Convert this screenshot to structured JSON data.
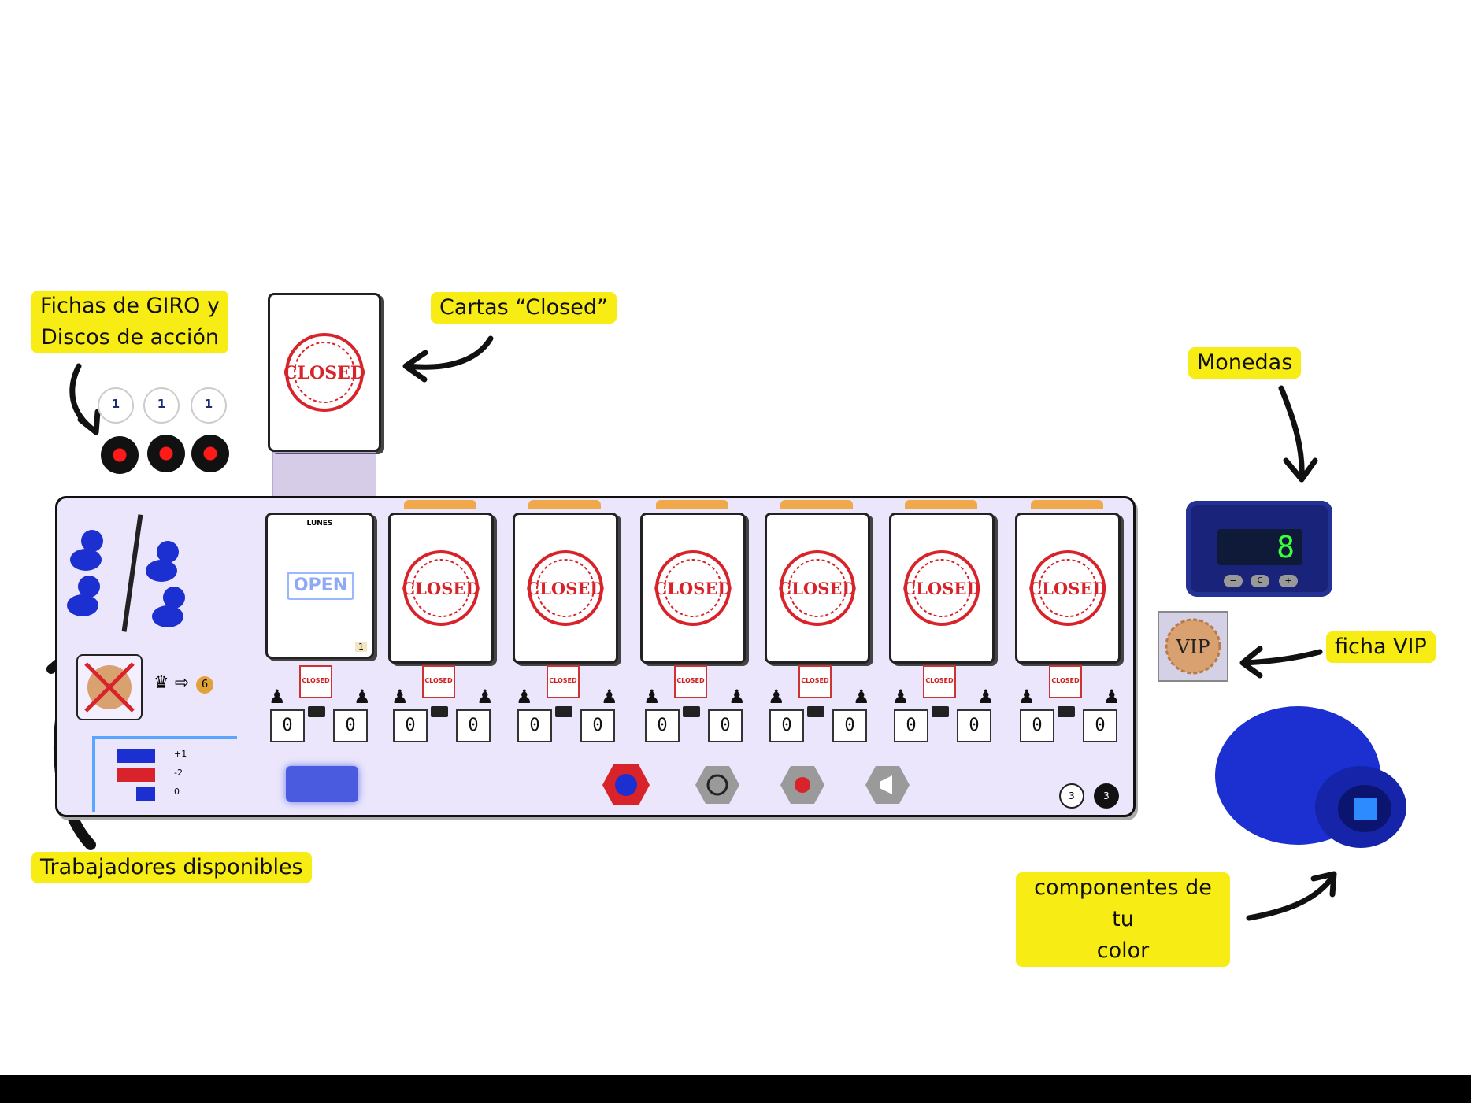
{
  "labels": {
    "fichas_giro": "Fichas de GIRO y\nDiscos de acción",
    "cartas_closed": "Cartas “Closed”",
    "monedas": "Monedas",
    "ficha_vip": "ficha VIP",
    "trabajadores": "Trabajadores disponibles",
    "componentes": "componentes de tu\ncolor"
  },
  "closed_card": {
    "stamp": "CLOSED"
  },
  "first_card": {
    "sign": "OPEN",
    "day": "LUNES",
    "count": "1"
  },
  "shop_cards": [
    {
      "stamp": "CLOSED"
    },
    {
      "stamp": "CLOSED"
    },
    {
      "stamp": "CLOSED"
    },
    {
      "stamp": "CLOSED"
    },
    {
      "stamp": "CLOSED"
    },
    {
      "stamp": "CLOSED"
    }
  ],
  "mini_sign_text": "CLOSED",
  "shop_counters": [
    {
      "left": "0",
      "right": "0"
    },
    {
      "left": "0",
      "right": "0"
    },
    {
      "left": "0",
      "right": "0"
    },
    {
      "left": "0",
      "right": "0"
    },
    {
      "left": "0",
      "right": "0"
    },
    {
      "left": "0",
      "right": "0"
    },
    {
      "left": "0",
      "right": "0"
    }
  ],
  "giro_token_value": "1",
  "coin_counter": {
    "display": "8",
    "minus": "−",
    "center": "C",
    "plus": "+"
  },
  "vip_token": {
    "text": "VIP"
  },
  "worker_supply_value": "6",
  "rules_box": {
    "line1_value": "+1",
    "line2_value": "-2",
    "line3_value": "0"
  },
  "bottom_tokens": {
    "giro": "3",
    "disc": "3"
  },
  "colors": {
    "highlight": "#f7ec14",
    "player": "#1c2fd0",
    "board": "#ebe6fb",
    "stamp": "#d8232a"
  }
}
